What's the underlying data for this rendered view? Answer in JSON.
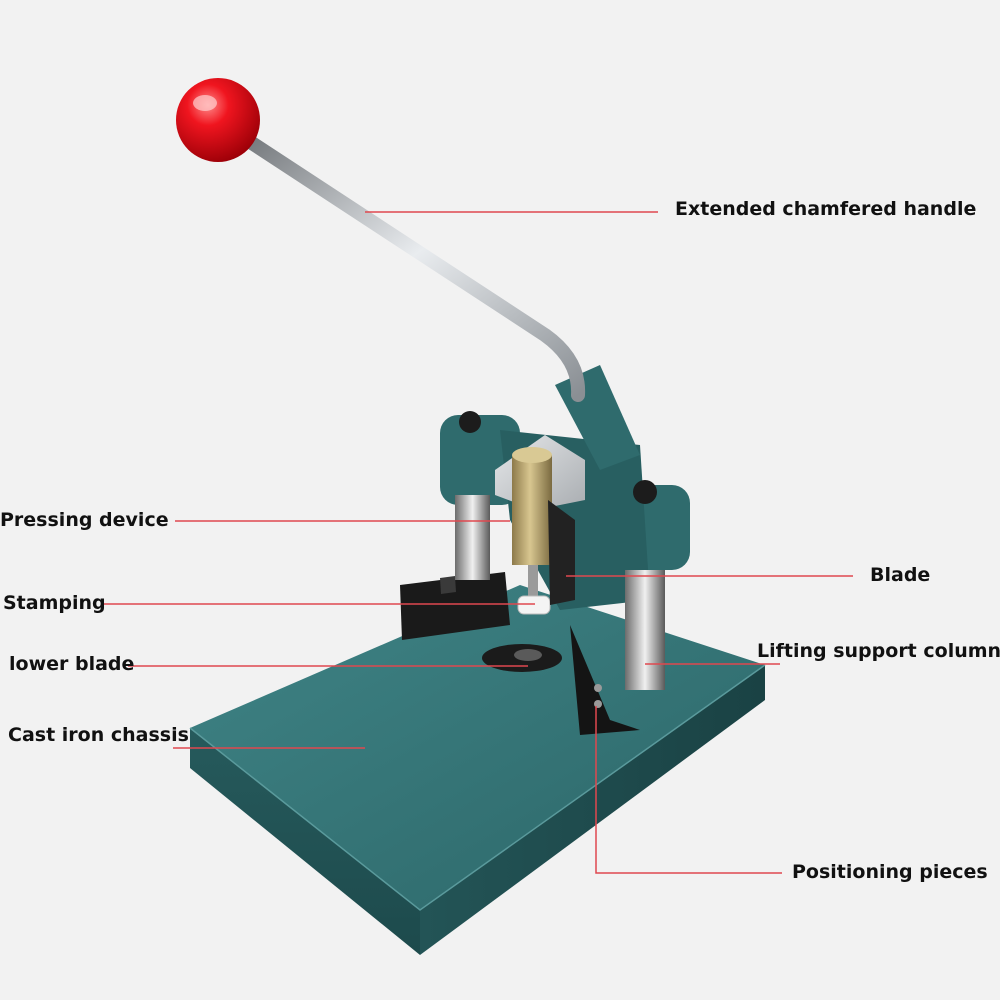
{
  "labels": {
    "handle": "Extended chamfered handle",
    "pressing": "Pressing device",
    "blade": "Blade",
    "stamping": "Stamping",
    "lifting": "Lifting support column",
    "lower_blade": "lower blade",
    "chassis": "Cast iron chassis",
    "positioning": "Positioning pieces"
  },
  "colors": {
    "background": "#f2f2f2",
    "body_teal": "#2f6b6d",
    "body_teal_dark": "#1f4f51",
    "knob_red": "#e8101a",
    "leader_line": "#e0484f",
    "label_text": "#111111"
  }
}
